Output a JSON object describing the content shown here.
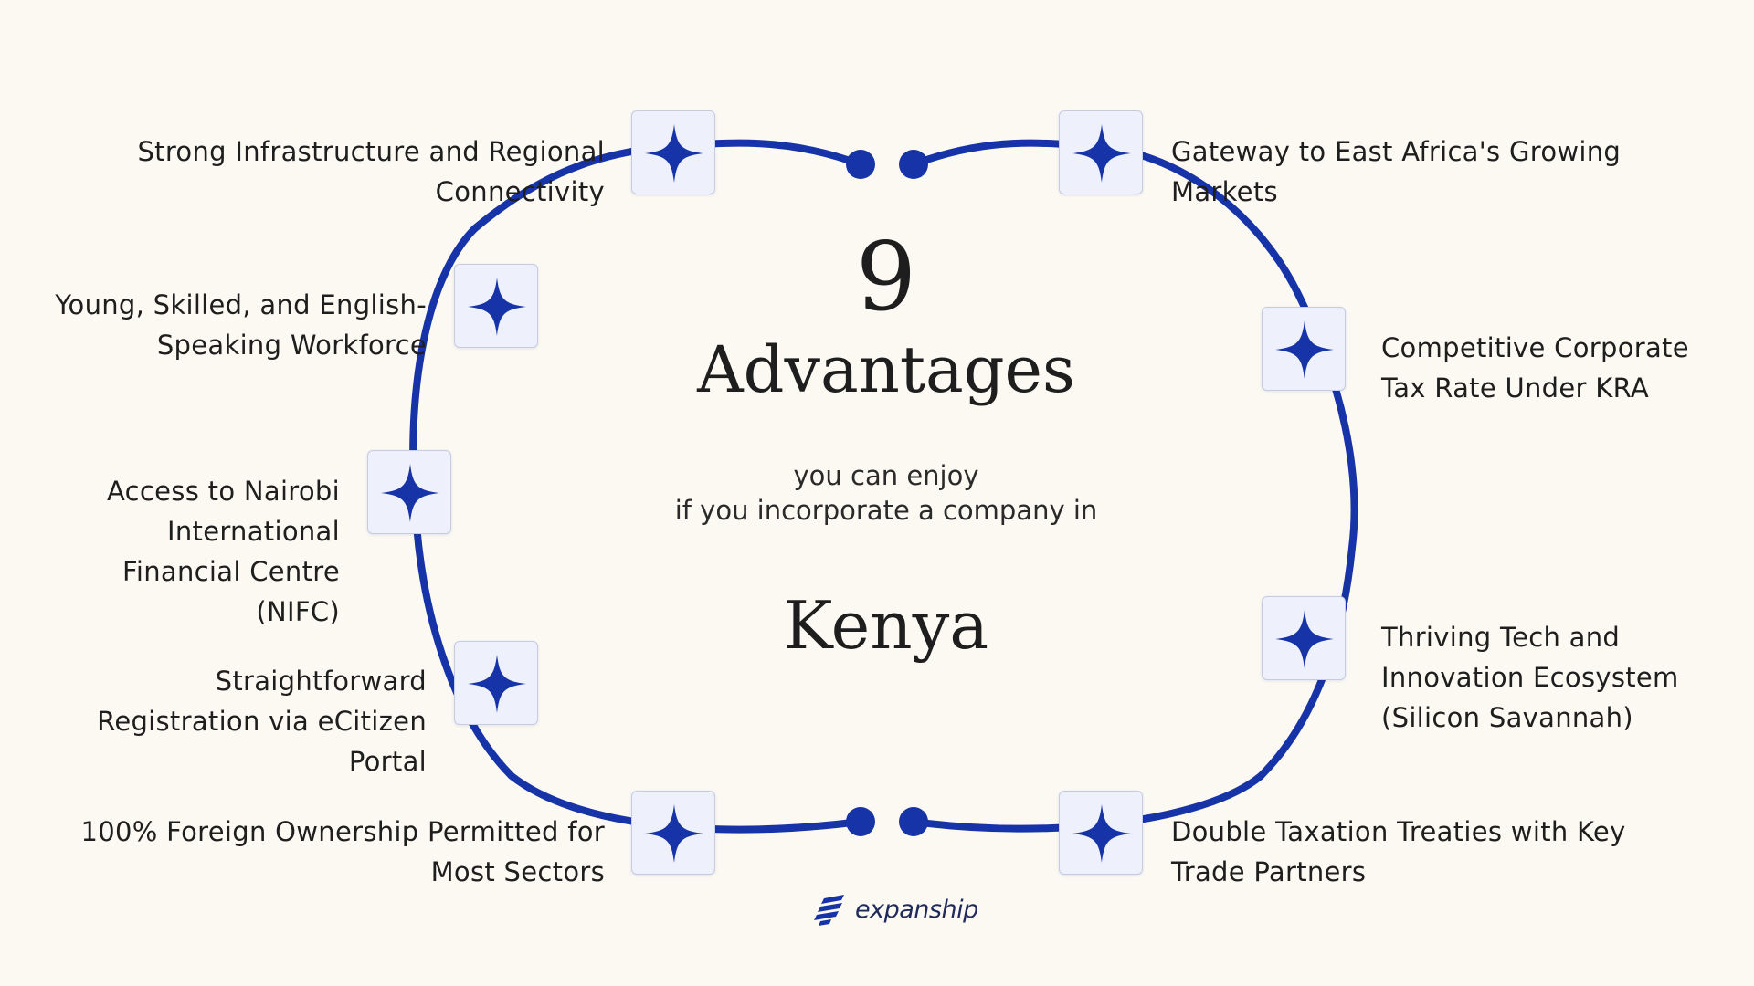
{
  "colors": {
    "background": "#fcf9f2",
    "ring": "#1634a8",
    "star": "#1634a8",
    "node_fill": "#eef1fb",
    "text": "#1e1e1e"
  },
  "center": {
    "number": "9",
    "title": "Advantages",
    "subtitle_line1": "you can enjoy",
    "subtitle_line2": "if you incorporate a company in",
    "country": "Kenya"
  },
  "advantages": [
    {
      "lines": [
        "Strong Infrastructure and Regional",
        "Connectivity"
      ],
      "icon": "four-point-star-icon"
    },
    {
      "lines": [
        "Young, Skilled, and English-",
        "Speaking Workforce"
      ],
      "icon": "four-point-star-icon"
    },
    {
      "lines": [
        "Access to Nairobi",
        "International",
        "Financial Centre",
        "(NIFC)"
      ],
      "icon": "four-point-star-icon"
    },
    {
      "lines": [
        "Straightforward",
        "Registration via eCitizen",
        "Portal"
      ],
      "icon": "four-point-star-icon"
    },
    {
      "lines": [
        "100% Foreign Ownership Permitted for",
        "Most Sectors"
      ],
      "icon": "four-point-star-icon"
    },
    {
      "lines": [
        "Gateway to East Africa's Growing",
        "Markets"
      ],
      "icon": "four-point-star-icon"
    },
    {
      "lines": [
        "Competitive Corporate",
        "Tax Rate Under KRA"
      ],
      "icon": "four-point-star-icon"
    },
    {
      "lines": [
        "Thriving Tech and",
        "Innovation Ecosystem",
        "(Silicon Savannah)"
      ],
      "icon": "four-point-star-icon"
    },
    {
      "lines": [
        "Double Taxation Treaties with Key",
        "Trade Partners"
      ],
      "icon": "four-point-star-icon"
    }
  ],
  "brand": {
    "name": "expanship",
    "icon": "expanship-logo-icon"
  }
}
